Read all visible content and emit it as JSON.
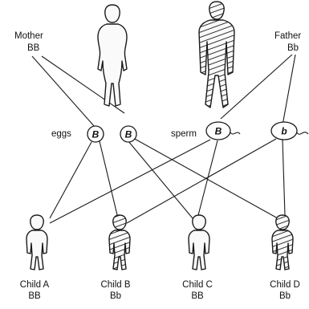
{
  "parents": {
    "mother": {
      "label": "Mother",
      "genotype": "BB"
    },
    "father": {
      "label": "Father",
      "genotype": "Bb"
    }
  },
  "gametes": {
    "eggs_label": "eggs",
    "sperm_label": "sperm",
    "egg_1_allele": "B",
    "egg_2_allele": "B",
    "sperm_1_allele": "B",
    "sperm_2_allele": "b"
  },
  "children": [
    {
      "label": "Child A",
      "genotype": "BB",
      "shaded": false
    },
    {
      "label": "Child B",
      "genotype": "Bb",
      "shaded": true
    },
    {
      "label": "Child C",
      "genotype": "BB",
      "shaded": false
    },
    {
      "label": "Child D",
      "genotype": "Bb",
      "shaded": true
    }
  ]
}
